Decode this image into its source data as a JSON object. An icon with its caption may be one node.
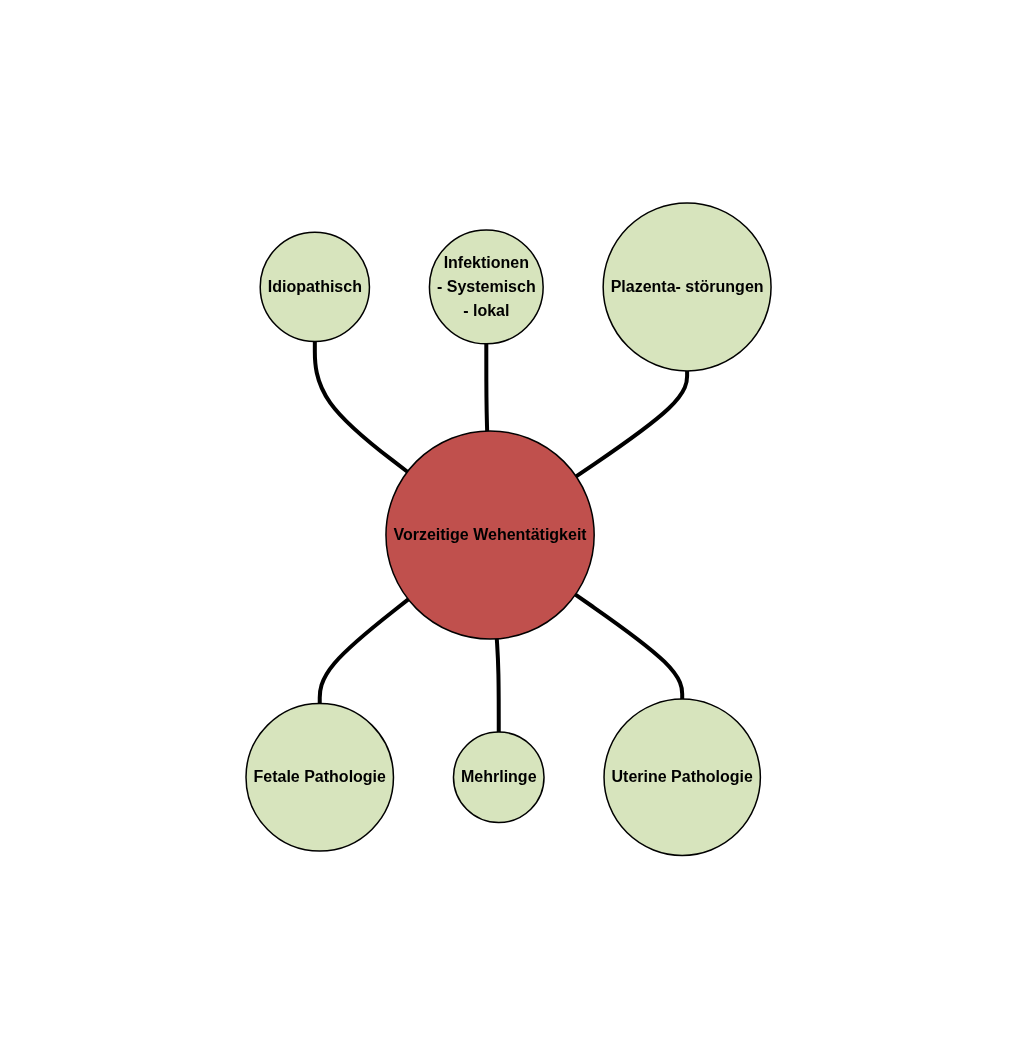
{
  "diagram": {
    "nodes": [
      {
        "text": [
          "Infektionen",
          "- Systemisch",
          "- lokal"
        ]
      },
      {
        "text": [
          "Idiopathisch"
        ]
      },
      {
        "text": [
          "Plazenta- störungen"
        ]
      },
      {
        "text": [
          "Vorzeitige Wehentätigkeit"
        ]
      },
      {
        "text": [
          "Fetale Pathologie"
        ]
      },
      {
        "text": [
          "Uterine Pathologie"
        ]
      },
      {
        "text": [
          "Mehrlinge"
        ]
      }
    ],
    "edges": [
      {
        "from": 1,
        "to": 3,
        "arrow": "none"
      },
      {
        "from": 0,
        "to": 3,
        "arrow": "none"
      },
      {
        "from": 2,
        "to": 3,
        "arrow": "none"
      },
      {
        "from": 3,
        "to": 4,
        "arrow": "none"
      },
      {
        "from": 3,
        "to": 6,
        "arrow": "none"
      },
      {
        "from": 3,
        "to": 5,
        "arrow": "none"
      }
    ]
  }
}
